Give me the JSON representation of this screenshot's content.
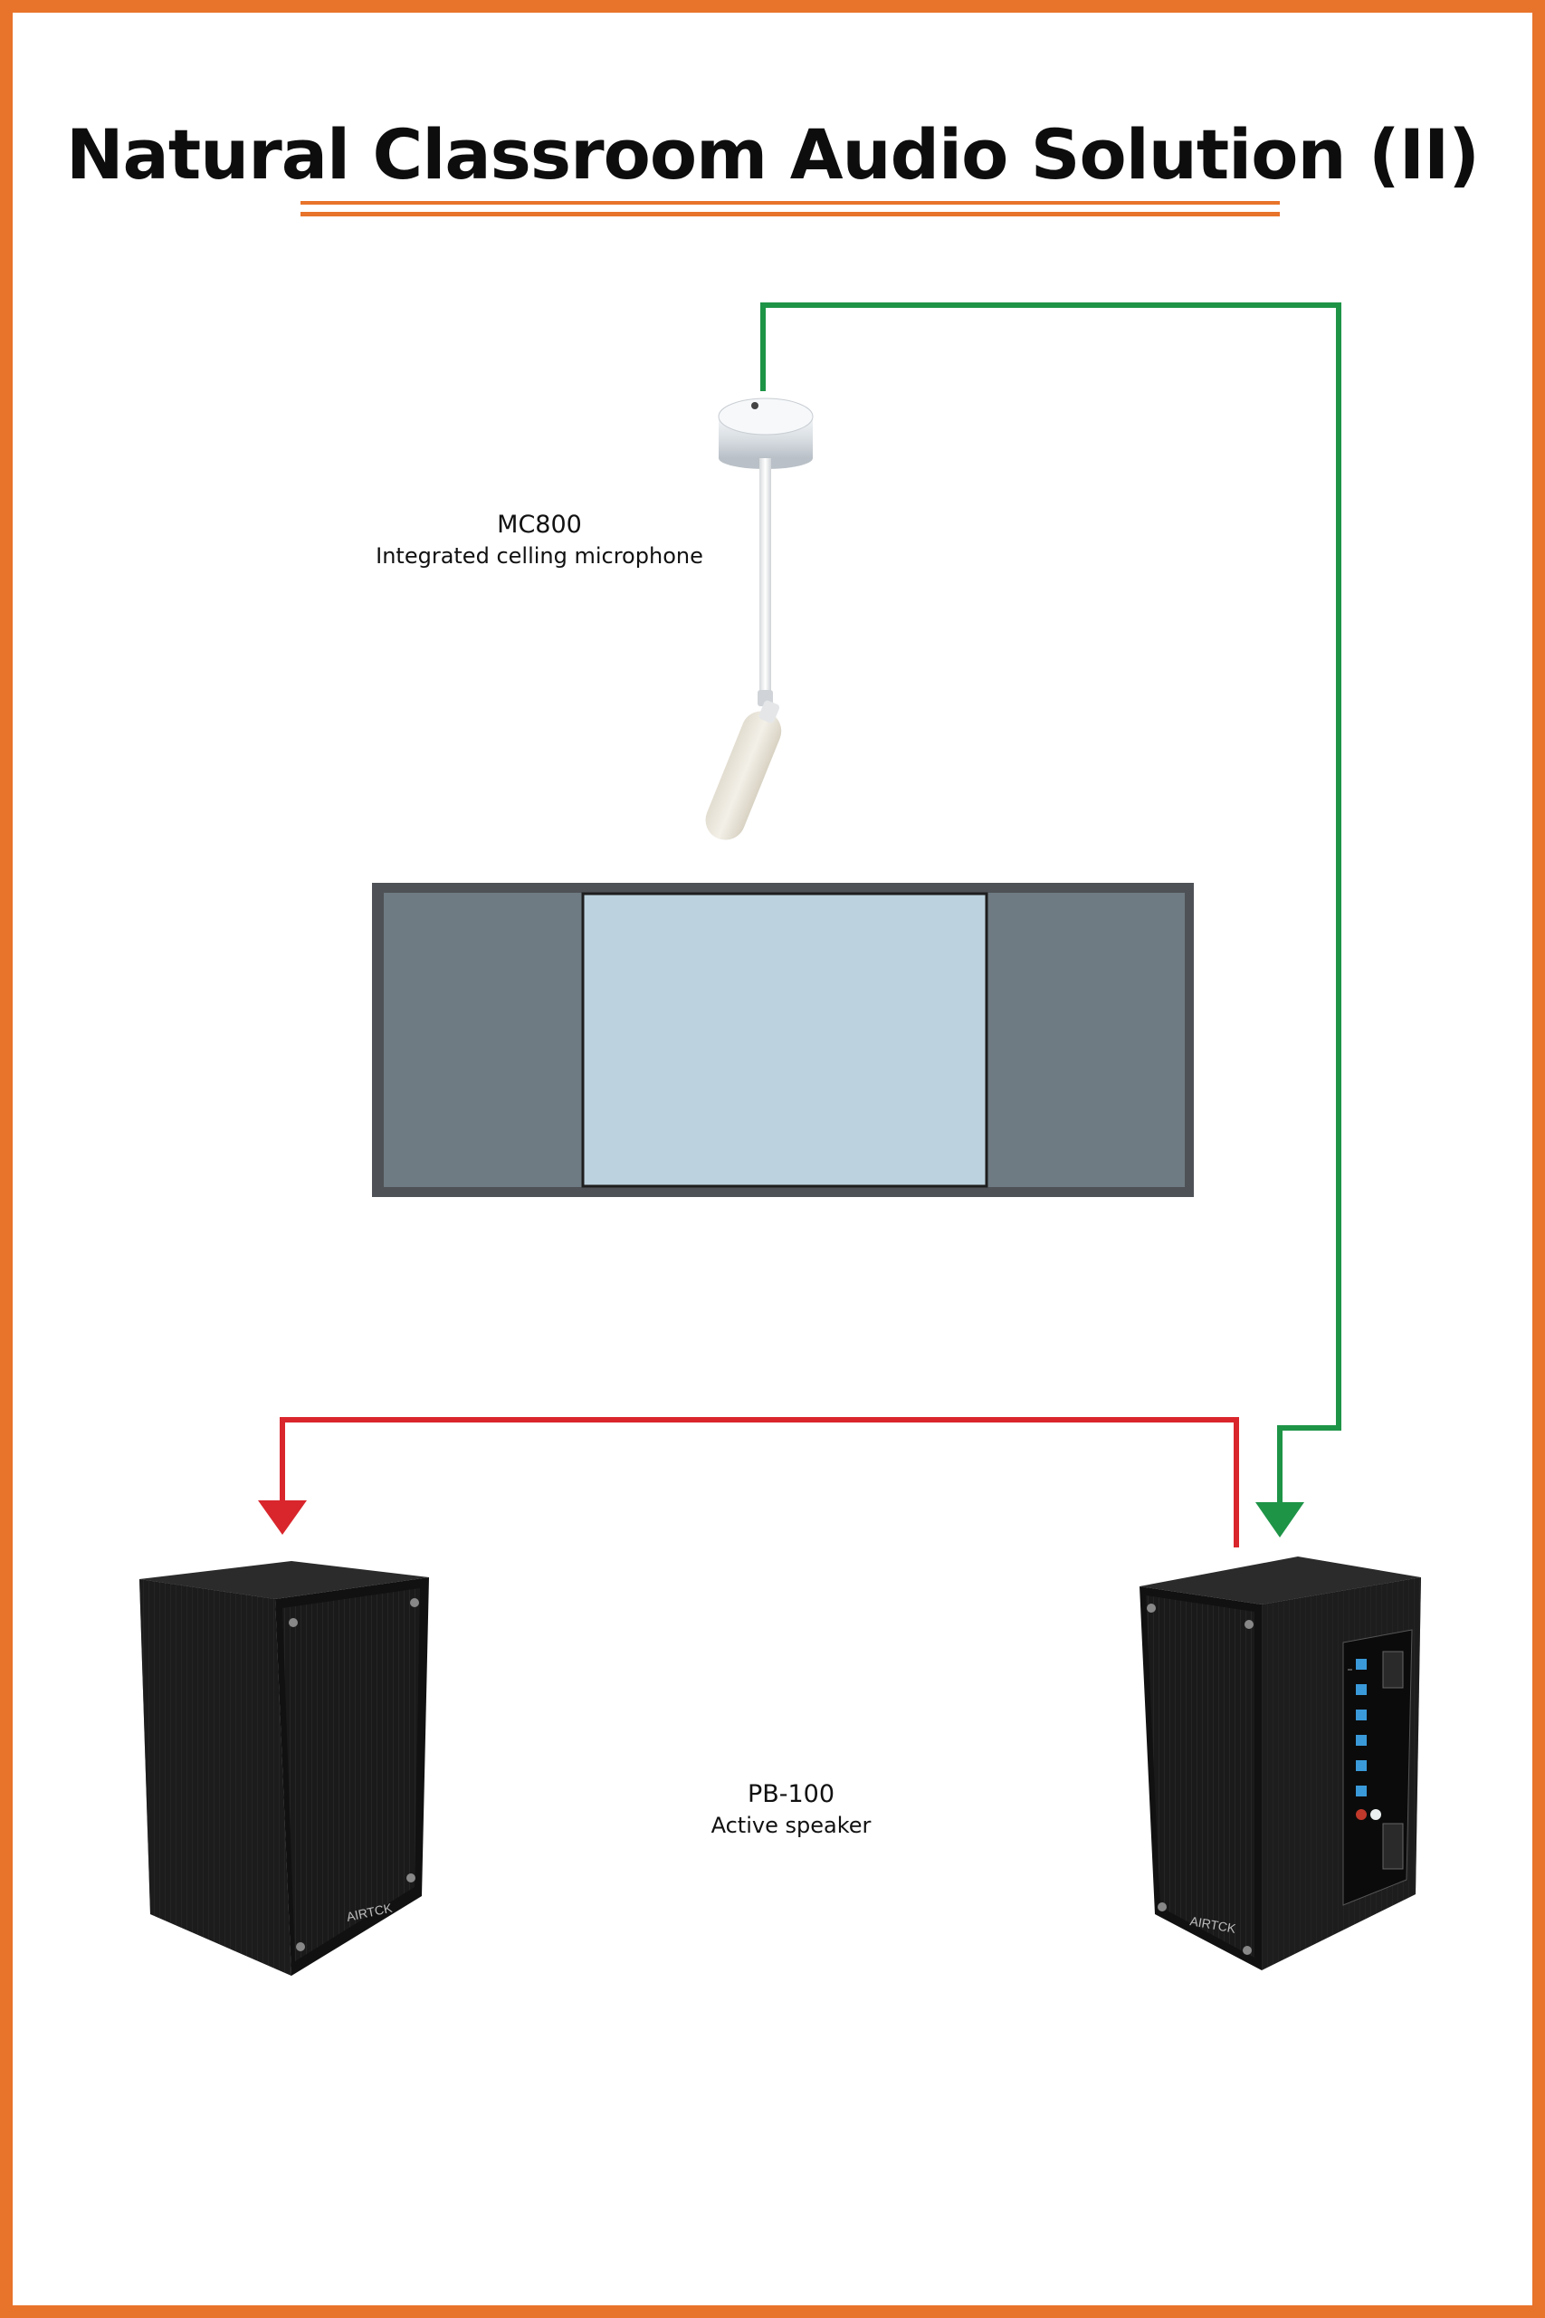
{
  "title": "Natural Classroom Audio Solution (II)",
  "microphone": {
    "model": "MC800",
    "description": "Integrated celling microphone"
  },
  "speaker": {
    "model": "PB-100",
    "description": "Active speaker",
    "brand": "AIRTCK"
  },
  "colors": {
    "border": "#e8732a",
    "signal_line": "#1e9447",
    "output_line": "#d9262c"
  }
}
